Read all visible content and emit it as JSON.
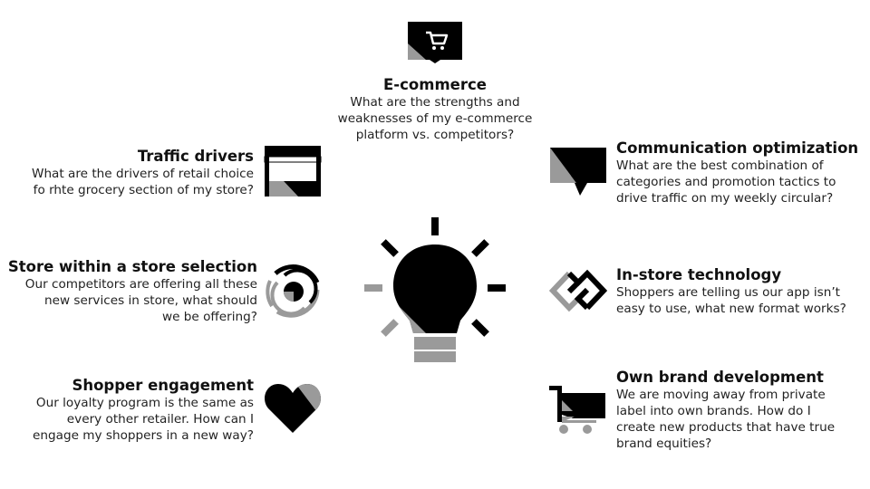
{
  "colors": {
    "dark": "#000000",
    "gray": "#9a9a9a"
  },
  "center_icon": "lightbulb-icon",
  "items": {
    "ecommerce": {
      "icon": "shopping-cart-screen-icon",
      "title": "E-commerce",
      "lines": [
        "What are the strengths and",
        "weaknesses of my e-commerce",
        "platform vs. competitors?"
      ]
    },
    "traffic": {
      "icon": "storefront-icon",
      "title": "Traffic drivers",
      "lines": [
        "What are the drivers of retail choice",
        "fo rhte grocery section of my store?"
      ]
    },
    "store": {
      "icon": "target-rings-icon",
      "title": "Store within a store selection",
      "lines": [
        "Our competitors are offering all these",
        "new services in store, what should",
        "we be offering?"
      ]
    },
    "shopper": {
      "icon": "heart-icon",
      "title": "Shopper engagement",
      "lines": [
        "Our loyalty program is the same as",
        "every other retailer. How can I",
        "engage my shoppers in a new way?"
      ]
    },
    "communication": {
      "icon": "speech-bubble-icon",
      "title": "Communication optimization",
      "lines": [
        "What are the best combination of",
        "categories and promotion tactics to",
        "drive traffic on my weekly circular?"
      ]
    },
    "instore": {
      "icon": "linked-diamonds-icon",
      "title": "In-store technology",
      "lines": [
        "Shoppers are telling us our app isn’t",
        "easy to use, what new format works?"
      ]
    },
    "brand": {
      "icon": "shopping-cart-icon",
      "title": "Own brand development",
      "lines": [
        "We are moving away from private",
        "label into own brands. How do I",
        "create new products that have true",
        "brand equities?"
      ]
    }
  }
}
